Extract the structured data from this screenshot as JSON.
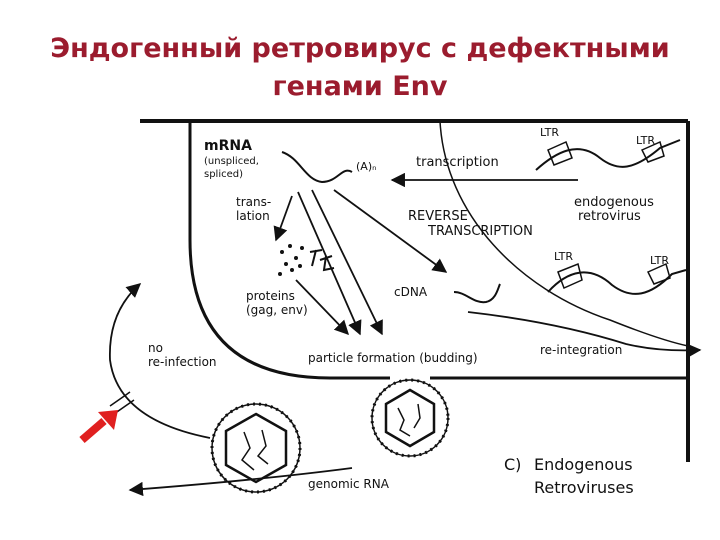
{
  "title": {
    "line1": "Эндогенный ретровирус с дефектными",
    "line2": "генами Env"
  },
  "labels": {
    "mrna": "mRNA",
    "mrna_sub1": "(unspliced,",
    "mrna_sub2": "spliced)",
    "polya": "(A)ₙ",
    "transcription": "transcription",
    "ltr": "LTR",
    "endogenous1": "endogenous",
    "endogenous2": "retrovirus",
    "translation1": "trans-",
    "translation2": "lation",
    "reverse1": "REVERSE",
    "reverse2": "TRANSCRIPTION",
    "proteins1": "proteins",
    "proteins2": "(gag, env)",
    "cdna": "cDNA",
    "no1": "no",
    "no2": "re-infection",
    "particle": "particle formation (budding)",
    "reintegration": "re-integration",
    "genomic": "genomic RNA",
    "caption_letter": "C)",
    "caption1": "Endogenous",
    "caption2": "Retroviruses"
  },
  "colors": {
    "title": "#9b1c2e",
    "blocked_arrow": "#e02020",
    "ink": "#111111"
  }
}
